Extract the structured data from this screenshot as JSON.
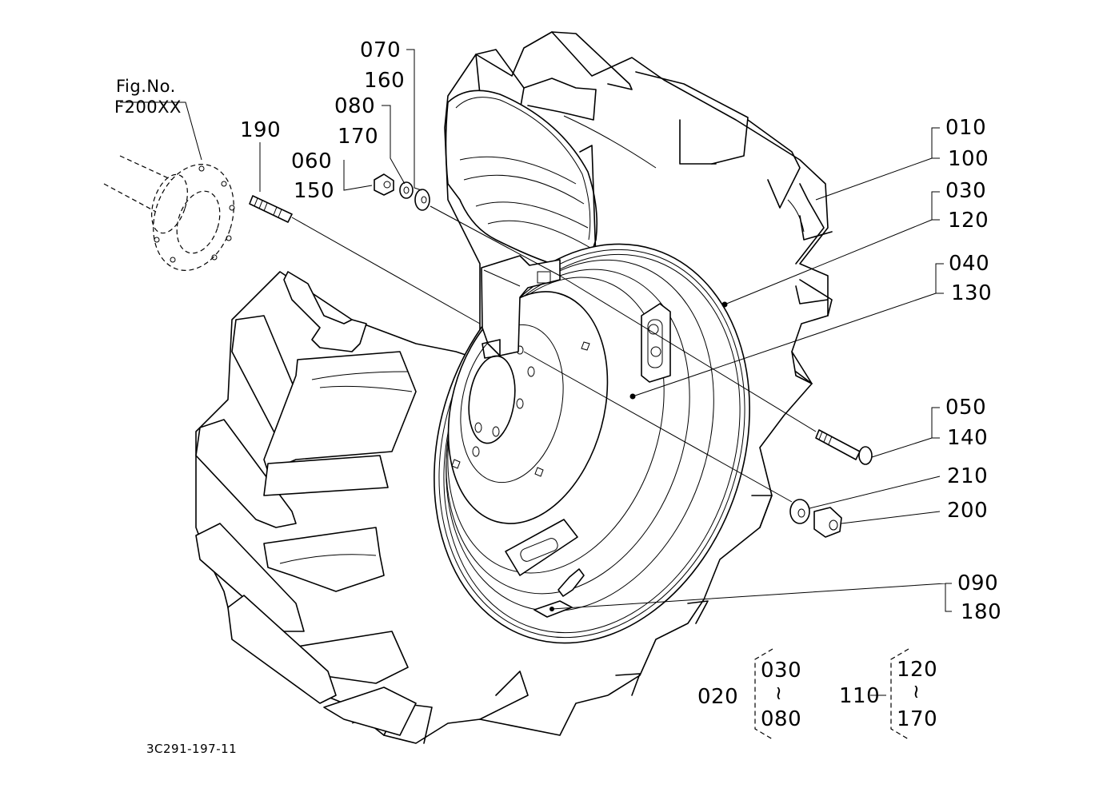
{
  "figure": {
    "reference": {
      "line1": "Fig.No.",
      "line2": "F200XX"
    },
    "drawing_number": "3C291-197-11",
    "subject": "Tractor wheel assembly exploded view"
  },
  "callouts": {
    "c070": "070",
    "c160": "160",
    "c080": "080",
    "c170": "170",
    "c060": "060",
    "c150": "150",
    "c190": "190",
    "c010": "010",
    "c100": "100",
    "c030": "030",
    "c120": "120",
    "c040": "040",
    "c130": "130",
    "c050": "050",
    "c140": "140",
    "c210": "210",
    "c200": "200",
    "c090": "090",
    "c180": "180"
  },
  "groups": [
    {
      "parent": "020",
      "from": "030",
      "tilde": "≀",
      "to": "080"
    },
    {
      "parent": "110",
      "from": "120",
      "tilde": "≀",
      "to": "170"
    }
  ]
}
